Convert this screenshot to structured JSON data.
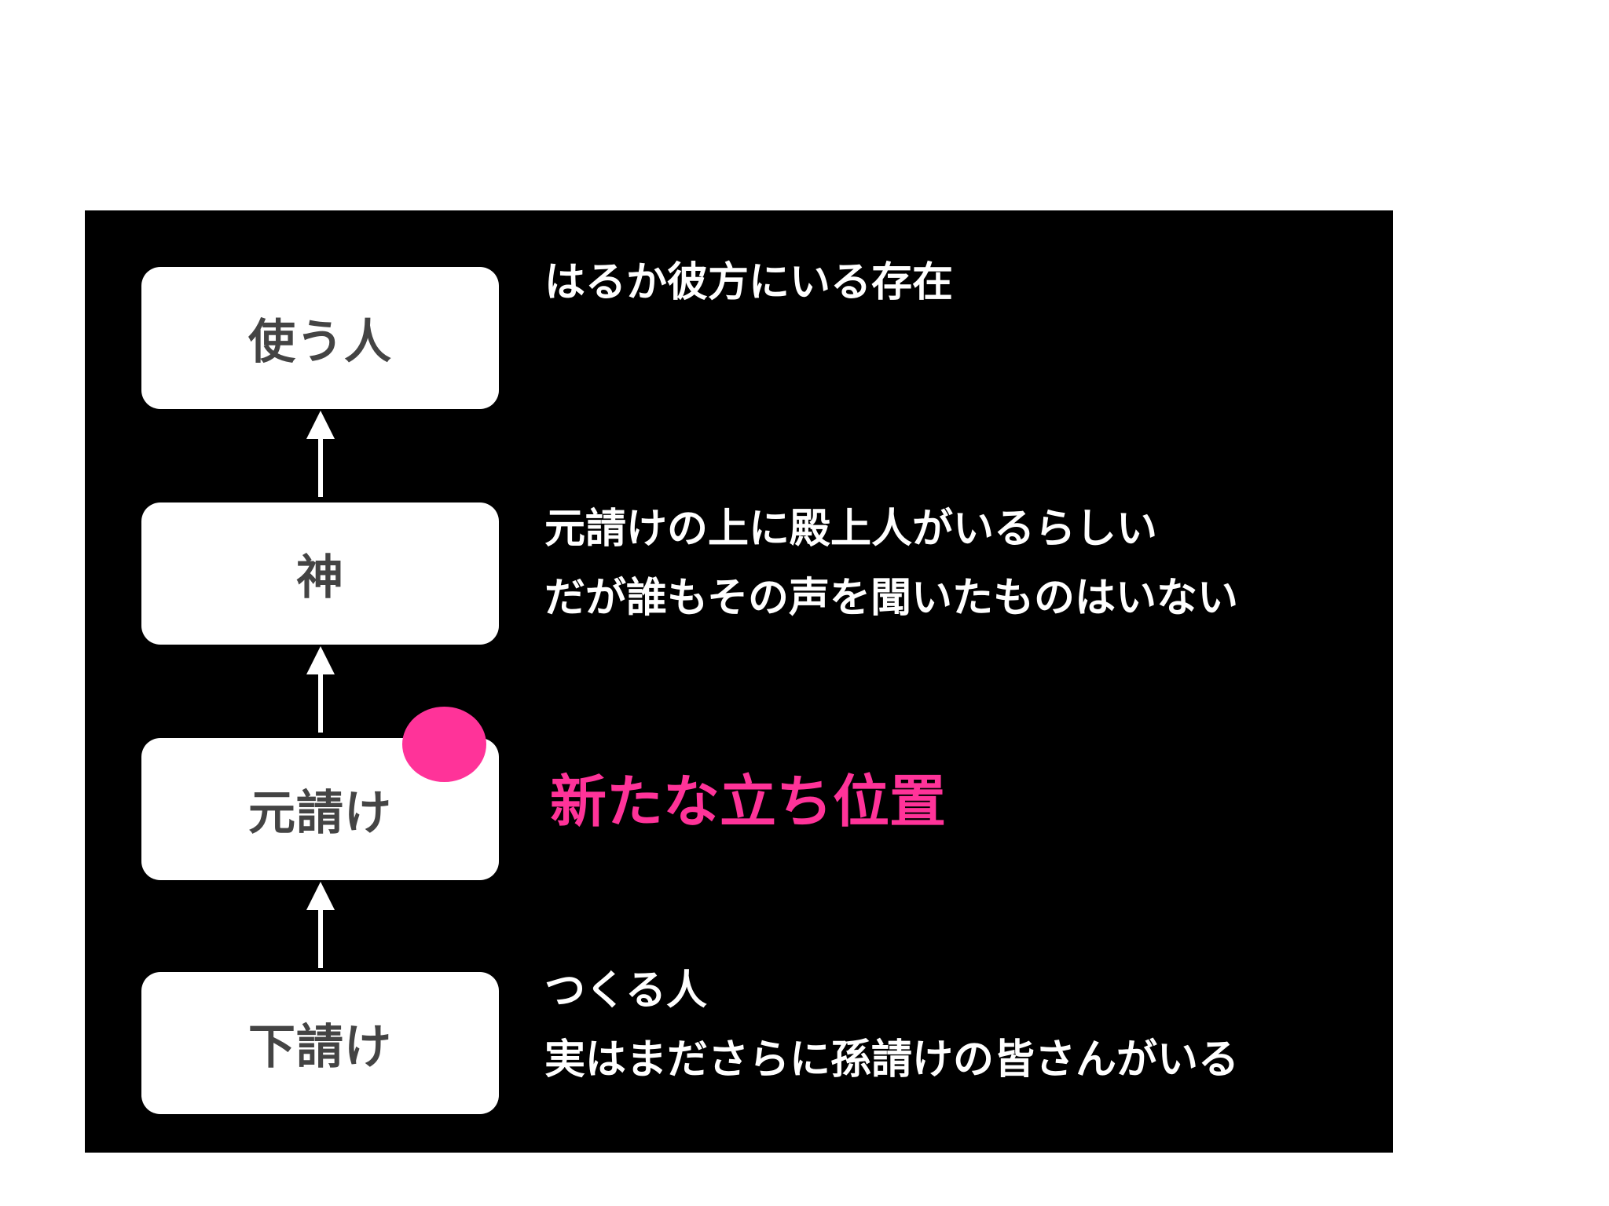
{
  "tiers": [
    {
      "label": "使う人",
      "description": [
        "はるか彼方にいる存在"
      ]
    },
    {
      "label": "神",
      "description": [
        "元請けの上に殿上人がいるらしい",
        "だが誰もその声を聞いたものはいない"
      ]
    },
    {
      "label": "元請け",
      "description": []
    },
    {
      "label": "下請け",
      "description": [
        "つくる人",
        "実はまださらに孫請けの皆さんがいる"
      ]
    }
  ],
  "highlight": {
    "text": "新たな立ち位置",
    "color": "#ff3399"
  },
  "colors": {
    "panel": "#000000",
    "box": "#ffffff",
    "box_text": "#444444",
    "desc_text": "#ffffff",
    "arrow": "#ffffff",
    "marker": "#ff3399"
  }
}
